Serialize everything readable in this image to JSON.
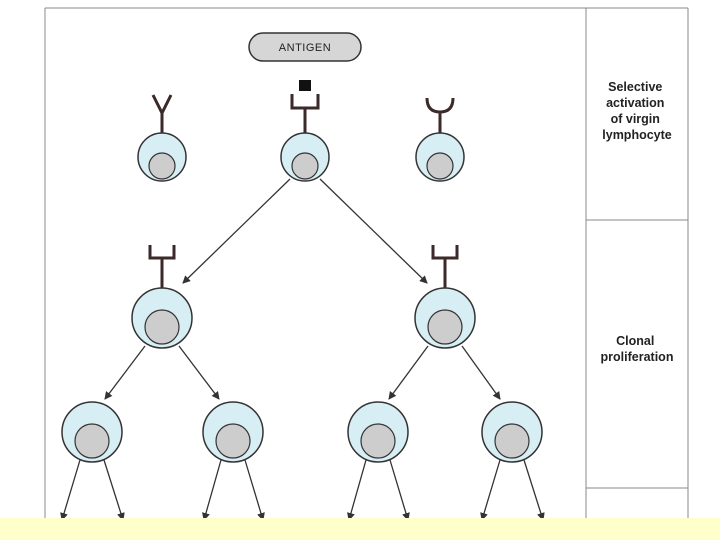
{
  "antigen_label": "ANTIGEN",
  "stage_labels": {
    "selective_activation": [
      "Selective",
      "activation",
      "of virgin",
      "lymphocyte"
    ],
    "clonal_proliferation": [
      "Clonal",
      "proliferation"
    ]
  },
  "colors": {
    "cell_membrane": "#d7eef4",
    "nucleus": "#cdcdcd",
    "outline": "#333333",
    "receptor": "#3a2a2a",
    "antigen_fill": "#d6d6d6",
    "bottom_band": "#ffffcc"
  }
}
